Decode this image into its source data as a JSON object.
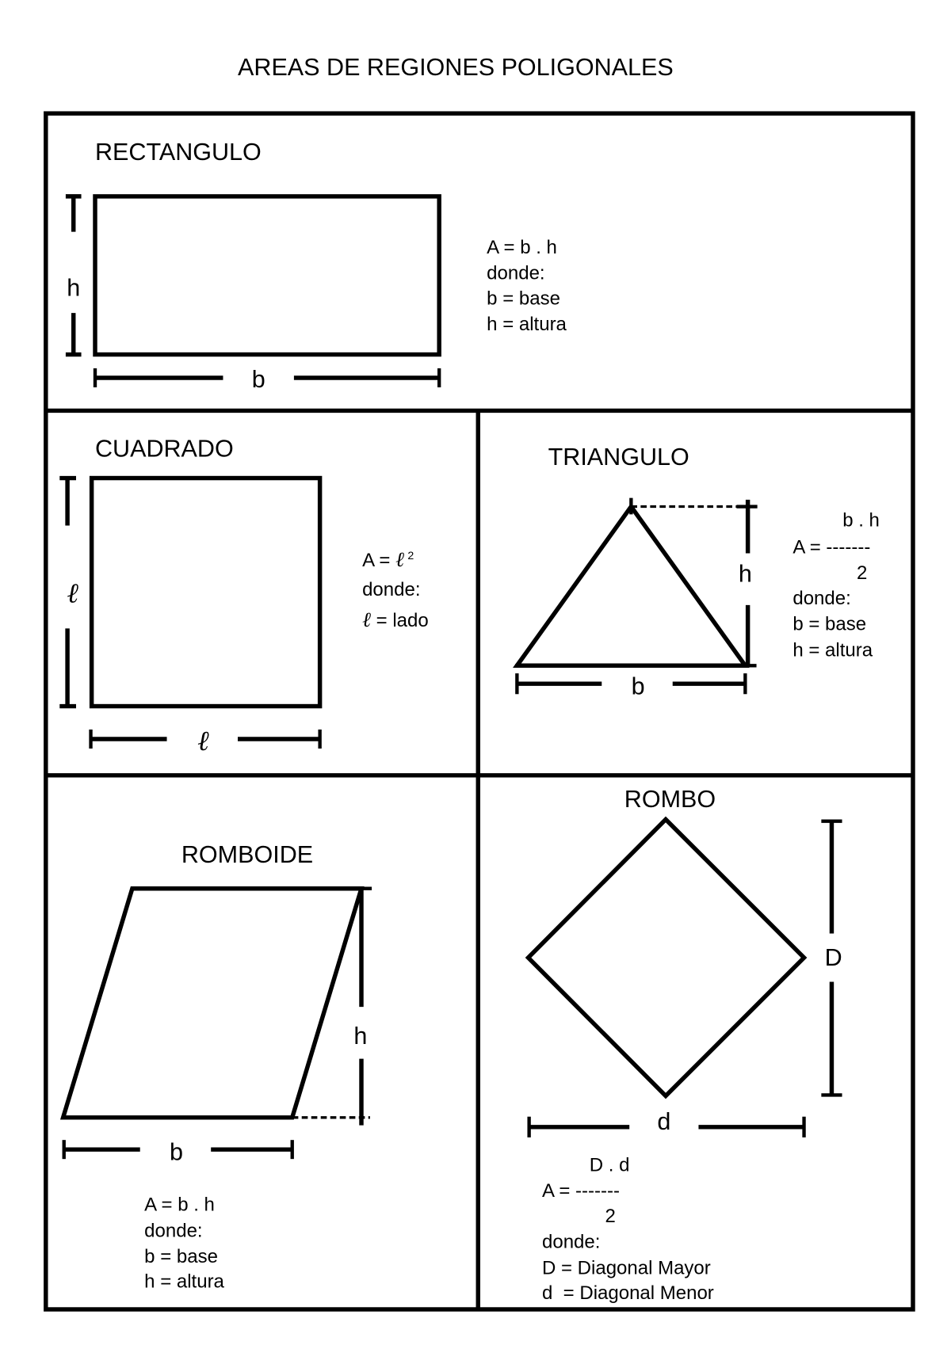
{
  "title": "AREAS DE REGIONES POLIGONALES",
  "sections": {
    "rectangulo": {
      "name": "RECTANGULO",
      "labels": {
        "height": "h",
        "base": "b"
      },
      "formula": [
        "A = b . h",
        "donde:",
        "b = base",
        "h = altura"
      ]
    },
    "cuadrado": {
      "name": "CUADRADO",
      "labels": {
        "side": "ℓ"
      },
      "formula": {
        "lhs": "A = ",
        "side": "ℓ",
        "exp": "2",
        "donde": "donde:",
        "def_var": "ℓ",
        "def_text": " = lado"
      }
    },
    "triangulo": {
      "name": "TRIANGULO",
      "labels": {
        "height": "h",
        "base": "b"
      },
      "formula": {
        "numerator": "b . h",
        "lhs": "A = -------",
        "denominator": "2",
        "lines": [
          "donde:",
          "b = base",
          "h = altura"
        ]
      }
    },
    "romboide": {
      "name": "ROMBOIDE",
      "labels": {
        "height": "h",
        "base": "b"
      },
      "formula": [
        "A = b . h",
        "donde:",
        "b = base",
        "h = altura"
      ]
    },
    "rombo": {
      "name": "ROMBO",
      "labels": {
        "major": "D",
        "minor": "d"
      },
      "formula": {
        "numerator": "D . d",
        "lhs": "A = -------",
        "denominator": "2",
        "lines": [
          "donde:",
          "D = Diagonal Mayor",
          "d  = Diagonal Menor"
        ]
      }
    }
  }
}
